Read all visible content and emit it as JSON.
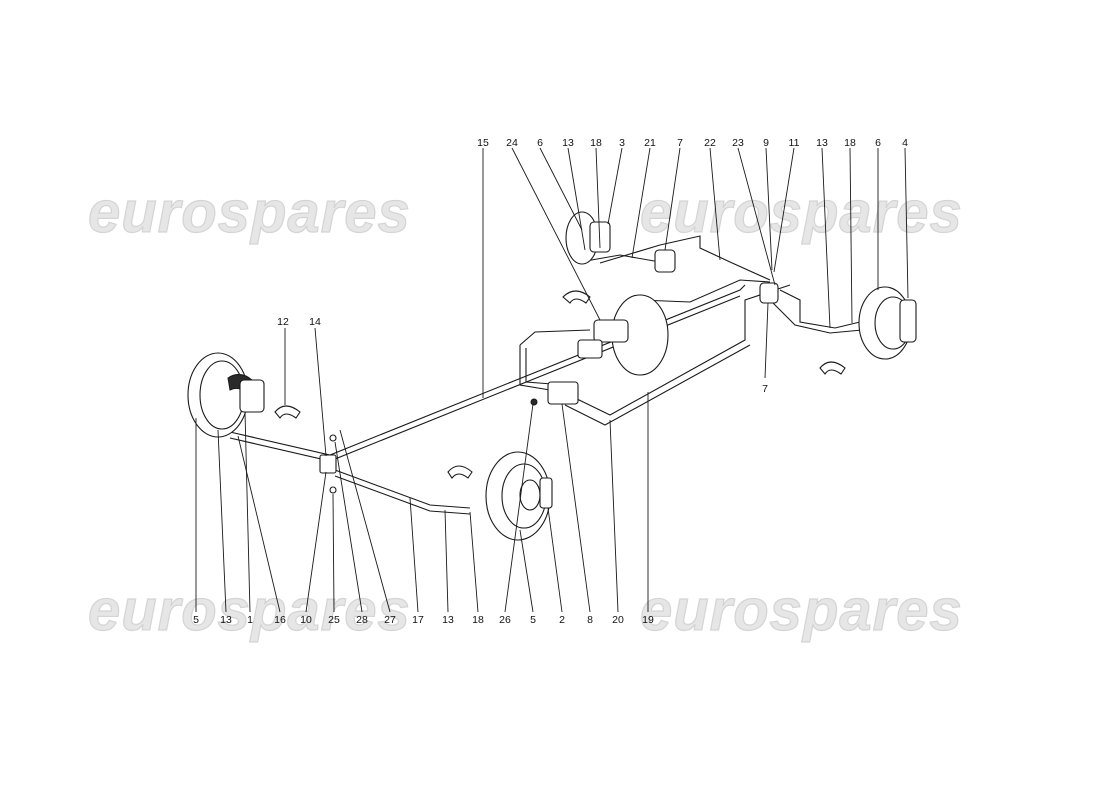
{
  "watermarks": [
    "eurospares",
    "eurospares",
    "eurospares",
    "eurospares"
  ],
  "callouts_top": [
    "15",
    "24",
    "6",
    "13",
    "18",
    "3",
    "21",
    "7",
    "22",
    "23",
    "9",
    "11",
    "13",
    "18",
    "6",
    "4"
  ],
  "callouts_left_upper": [
    "12",
    "14"
  ],
  "callouts_bottom": [
    "5",
    "13",
    "1",
    "16",
    "10",
    "25",
    "28",
    "27",
    "17",
    "13",
    "18",
    "26",
    "5",
    "2",
    "8",
    "20",
    "19"
  ],
  "callouts_right_mid": [
    "7"
  ],
  "colors": {
    "ink": "#1a1a1a",
    "watermark": "#e6e6e6",
    "background": "#ffffff"
  }
}
